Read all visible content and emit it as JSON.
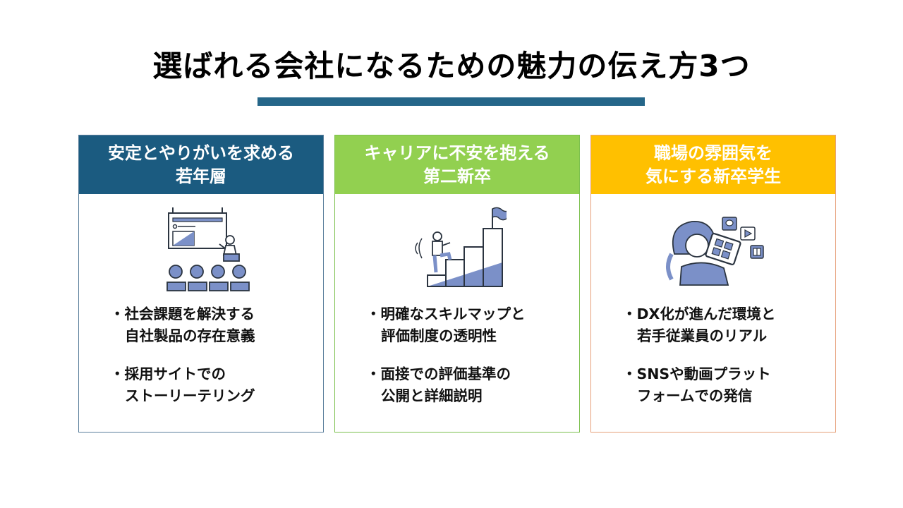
{
  "title": "選ばれる会社になるための魅力の伝え方3つ",
  "colors": {
    "title_rule": "#256689",
    "card1_header": "#1b5b80",
    "card2_header": "#92d050",
    "card3_header": "#ffc000",
    "illustration_accent": "#7b90c8"
  },
  "cards": [
    {
      "header": [
        "安定とやりがいを求める",
        "若年層"
      ],
      "illustration": "presentation-audience-illustration",
      "bullets": [
        {
          "line1": "・社会課題を解決する",
          "line2": "自社製品の存在意義"
        },
        {
          "line1": "・採用サイトでの",
          "line2": "ストーリーテリング"
        }
      ]
    },
    {
      "header": [
        "キャリアに不安を抱える",
        "第二新卒"
      ],
      "illustration": "career-stairs-illustration",
      "bullets": [
        {
          "line1": "・明確なスキルマップと",
          "line2": "評価制度の透明性"
        },
        {
          "line1": "・面接での評価基準の",
          "line2": "公開と詳細説明"
        }
      ]
    },
    {
      "header": [
        "職場の雰囲気を",
        "気にする新卒学生"
      ],
      "illustration": "student-tablet-illustration",
      "bullets": [
        {
          "line1": "・DX化が進んだ環境と",
          "line2": "若手従業員のリアル"
        },
        {
          "line1": "・SNSや動画プラット",
          "line2": "フォームでの発信"
        }
      ]
    }
  ]
}
